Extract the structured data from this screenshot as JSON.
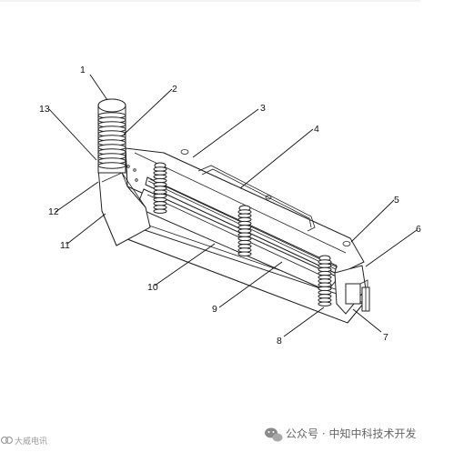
{
  "labels": [
    {
      "id": "1",
      "text": "1"
    },
    {
      "id": "2",
      "text": "2"
    },
    {
      "id": "3",
      "text": "3"
    },
    {
      "id": "4",
      "text": "4"
    },
    {
      "id": "5",
      "text": "5"
    },
    {
      "id": "6",
      "text": "6"
    },
    {
      "id": "7",
      "text": "7"
    },
    {
      "id": "8",
      "text": "8"
    },
    {
      "id": "9",
      "text": "9"
    },
    {
      "id": "10",
      "text": "10"
    },
    {
      "id": "11",
      "text": "11"
    },
    {
      "id": "12",
      "text": "12"
    },
    {
      "id": "13",
      "text": "13"
    }
  ],
  "watermark": {
    "brand": "公众号 · 中知中科技术开发",
    "corner": "大威电讯"
  },
  "colors": {
    "line": "#222222",
    "watermark": "#666666"
  }
}
